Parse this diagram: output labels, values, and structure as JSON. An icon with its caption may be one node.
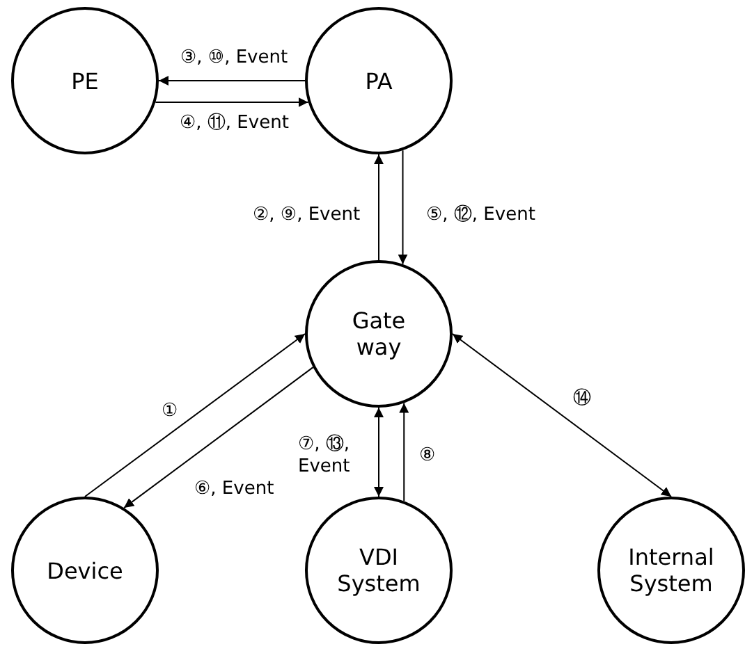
{
  "diagram": {
    "nodes": [
      {
        "text": [
          "PE"
        ]
      },
      {
        "text": [
          "PA"
        ]
      },
      {
        "text": [
          "Gate way"
        ]
      },
      {
        "text": [
          "Device"
        ]
      },
      {
        "text": [
          "VDI System"
        ]
      },
      {
        "text": [
          "Internal System"
        ]
      }
    ],
    "edges": [
      {
        "from": 1,
        "to": 0,
        "arrow": "to",
        "label": "③, ⑩, Event"
      },
      {
        "from": 0,
        "to": 1,
        "arrow": "to",
        "label": "④, ⑪, Event"
      },
      {
        "from": 2,
        "to": 1,
        "arrow": "to",
        "label": "②, ⑨, Event"
      },
      {
        "from": 1,
        "to": 2,
        "arrow": "to",
        "label": "⑤, ⑫, Event"
      },
      {
        "from": 3,
        "to": 2,
        "arrow": "to",
        "label": "①"
      },
      {
        "from": 2,
        "to": 3,
        "arrow": "to",
        "label": "⑥, Event"
      },
      {
        "from": 2,
        "to": 4,
        "arrow": "both",
        "label": "⑦, ⑬, Event"
      },
      {
        "from": 4,
        "to": 2,
        "arrow": "to",
        "label": "⑧"
      },
      {
        "from": 2,
        "to": 5,
        "arrow": "both",
        "label": "⑭"
      }
    ]
  }
}
